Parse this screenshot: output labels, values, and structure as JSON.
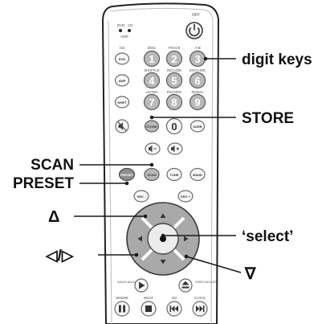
{
  "callouts": {
    "digit_keys": "digit keys",
    "store": "STORE",
    "scan": "SCAN",
    "preset": "PRESET",
    "up": "Δ",
    "select": "‘select’",
    "left_right": "◁/▷",
    "down": "∇"
  },
  "remote": {
    "off": "OFF",
    "dvd": "DVD",
    "cd": "CD",
    "amp": "AMP",
    "row1_labels": [
      "CD",
      "DISC",
      "TRACK",
      "A-B"
    ],
    "row1_buttons": [
      "DVD",
      "1",
      "2",
      "3"
    ],
    "row2_labels": [
      "SHUFFLE",
      "INCLUDE",
      "EXCLUDE"
    ],
    "row2_buttons": [
      "AMP",
      "4",
      "5",
      "6"
    ],
    "row3_labels": [
      "LISTEN",
      "RECORD",
      "SIGNAL"
    ],
    "row3_buttons": [
      "SHIFT",
      "7",
      "8",
      "9"
    ],
    "row4_buttons": [
      "STORE",
      "0",
      "SURR"
    ],
    "row6_buttons": [
      "PRESET",
      "SCAN",
      "TUNE",
      "BAND"
    ],
    "src_minus": "SRC -",
    "src_plus": "SRC +",
    "audio_adjust": "AUDIO ADJUST",
    "video_adjust": "VIDEO ADJUST",
    "bottom_labels": [
      "WHERE",
      "WHAT",
      "GO",
      "CLOCK"
    ]
  }
}
